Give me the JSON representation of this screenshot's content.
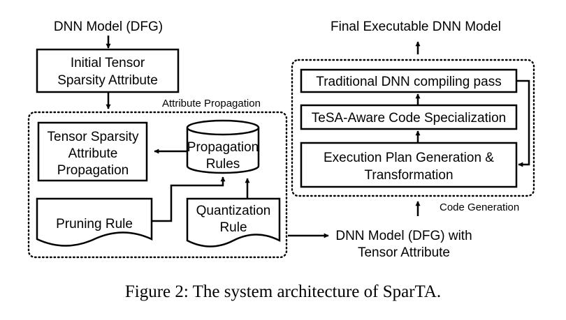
{
  "diagram": {
    "input_label": "DNN Model (DFG)",
    "initial_box": [
      "Initial Tensor",
      "Sparsity Attribute"
    ],
    "propagation_group_label": "Attribute Propagation",
    "tsap_box": [
      "Tensor Sparsity",
      "Attribute",
      "Propagation"
    ],
    "prop_rules": [
      "Propagation",
      "Rules"
    ],
    "pruning_rule": "Pruning Rule",
    "quant_rule": [
      "Quantization",
      "Rule"
    ],
    "output_label": [
      "DNN Model (DFG) with",
      "Tensor Attribute"
    ],
    "final_label": "Final Executable DNN Model",
    "traditional_pass": "Traditional DNN compiling pass",
    "tesa_spec": "TeSA-Aware Code Specialization",
    "exec_plan": [
      "Execution Plan Generation &",
      "Transformation"
    ],
    "codegen_group_label": "Code Generation"
  },
  "caption": "Figure 2: The system architecture of SparTA."
}
